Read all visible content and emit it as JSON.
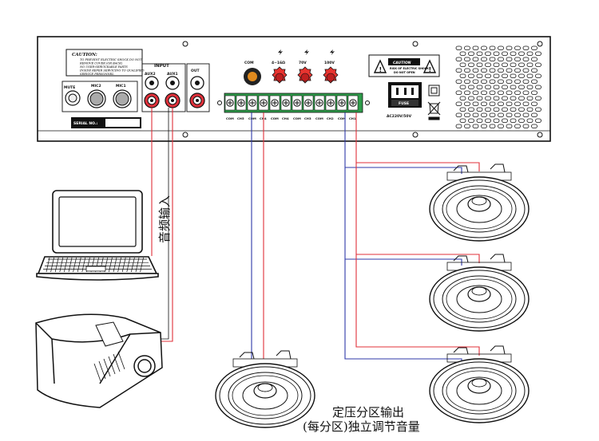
{
  "panel": {
    "caution_box": {
      "title": "CAUTION:",
      "lines": [
        "TO PREVENT ELECTRIC SHOCK DO NOT",
        "REMOVE COVER (OR BACK)",
        "NO USER-SERVICEABLE PARTS",
        "INSIDE REFER SERVICING TO QUALIFIED",
        "SERVICE PERSONNEL"
      ]
    },
    "mic": {
      "mute": "MUTE",
      "mic2": "MIC2",
      "mic1": "MIC1"
    },
    "input": {
      "title": "INPUT",
      "aux2": "AUX2",
      "aux1": "AUX1",
      "out": "OUT"
    },
    "serial_label": "SERIAL NO.:",
    "outputs": {
      "com": "COM",
      "ohm": "4~16Ω",
      "v70": "70V",
      "v100": "100V"
    },
    "terminals": [
      "COM",
      "CH5",
      "COM",
      "CH4",
      "COM",
      "CH4",
      "COM",
      "CH3",
      "COM",
      "CH2",
      "COM",
      "CH1"
    ],
    "power": {
      "caution": "CAUTION",
      "caution_sub": "RISK OF ELECTRIC SHOCK",
      "caution_sub2": "DO NOT OPEN",
      "fuse": "FUSE",
      "spec": "AC220V/50V"
    }
  },
  "captions": {
    "audio_input": "音频输入",
    "zone_line1": "定压分区输出",
    "zone_line2": "(每分区)独立调节音量"
  },
  "colors": {
    "red_wire": "#e0303a",
    "blue_wire": "#2f3aa8",
    "knob_red": "#e8342f",
    "green_strip": "#2e9c4a"
  }
}
